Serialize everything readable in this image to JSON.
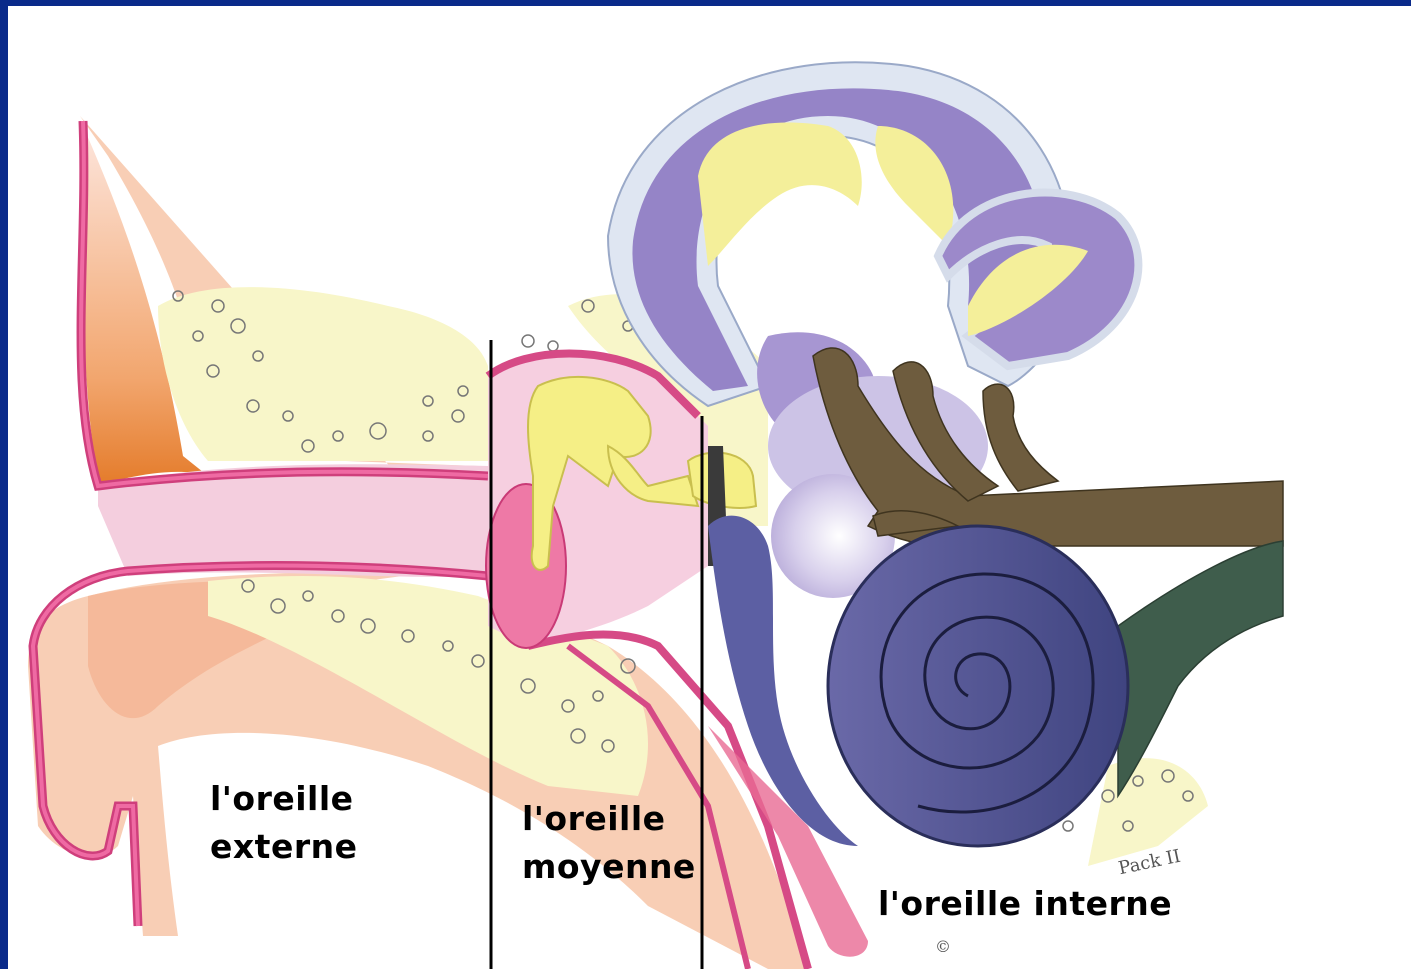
{
  "labels": {
    "outer_ear": [
      "l'oreille",
      "externe"
    ],
    "middle_ear": [
      "l'oreille",
      "moyenne"
    ],
    "inner_ear": "l'oreille interne"
  },
  "credit": "Pack II",
  "copyright": "©",
  "colors": {
    "slide_background": "#0a2a8a",
    "canal": "#e0528c",
    "bone": "#f6f4b8",
    "ossicles": "#f5ef86",
    "labyrinth": "#8a78c0",
    "cochlea": "#4e4f8c",
    "nerve": "#6e5c3e"
  }
}
